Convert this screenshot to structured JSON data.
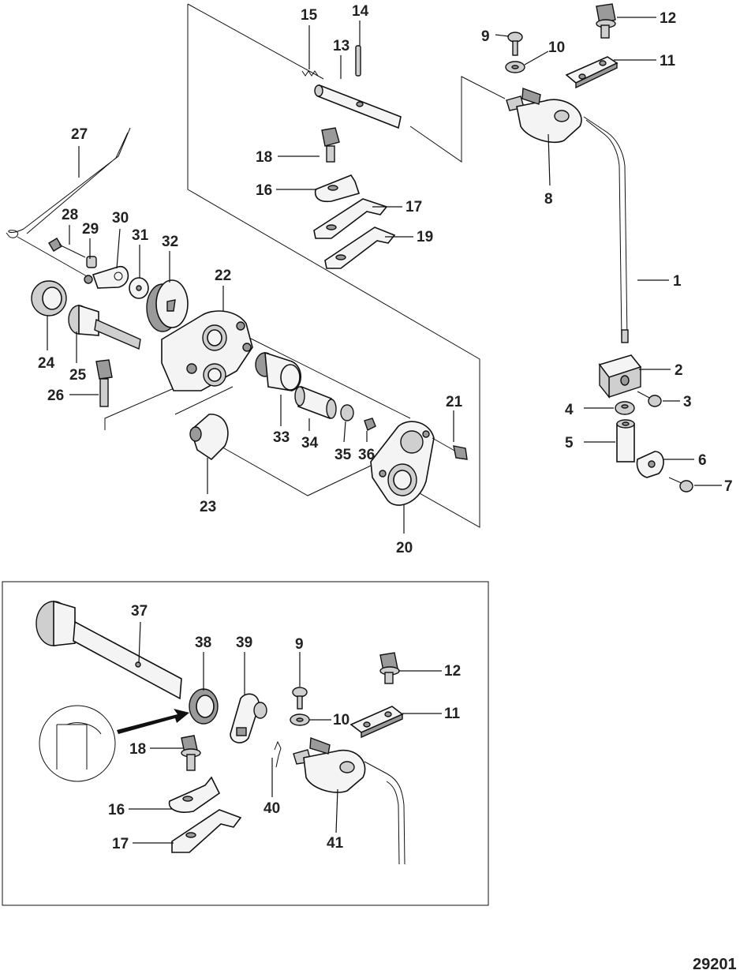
{
  "figure_id": "29201",
  "labels": [
    {
      "id": "1",
      "text": "1"
    },
    {
      "id": "2",
      "text": "2"
    },
    {
      "id": "3",
      "text": "3"
    },
    {
      "id": "4",
      "text": "4"
    },
    {
      "id": "5",
      "text": "5"
    },
    {
      "id": "6",
      "text": "6"
    },
    {
      "id": "7",
      "text": "7"
    },
    {
      "id": "8",
      "text": "8"
    },
    {
      "id": "9",
      "text": "9"
    },
    {
      "id": "10",
      "text": "10"
    },
    {
      "id": "11",
      "text": "11"
    },
    {
      "id": "12",
      "text": "12"
    },
    {
      "id": "13",
      "text": "13"
    },
    {
      "id": "14",
      "text": "14"
    },
    {
      "id": "15",
      "text": "15"
    },
    {
      "id": "16",
      "text": "16"
    },
    {
      "id": "17",
      "text": "17"
    },
    {
      "id": "18",
      "text": "18"
    },
    {
      "id": "19",
      "text": "19"
    },
    {
      "id": "20",
      "text": "20"
    },
    {
      "id": "21",
      "text": "21"
    },
    {
      "id": "22",
      "text": "22"
    },
    {
      "id": "23",
      "text": "23"
    },
    {
      "id": "24",
      "text": "24"
    },
    {
      "id": "25",
      "text": "25"
    },
    {
      "id": "26",
      "text": "26"
    },
    {
      "id": "27",
      "text": "27"
    },
    {
      "id": "28",
      "text": "28"
    },
    {
      "id": "29",
      "text": "29"
    },
    {
      "id": "30",
      "text": "30"
    },
    {
      "id": "31",
      "text": "31"
    },
    {
      "id": "32",
      "text": "32"
    },
    {
      "id": "33",
      "text": "33"
    },
    {
      "id": "34",
      "text": "34"
    },
    {
      "id": "35",
      "text": "35"
    },
    {
      "id": "36",
      "text": "36"
    },
    {
      "id": "9b",
      "text": "9"
    },
    {
      "id": "10b",
      "text": "10"
    },
    {
      "id": "11b",
      "text": "11"
    },
    {
      "id": "12b",
      "text": "12"
    },
    {
      "id": "16b",
      "text": "16"
    },
    {
      "id": "17b",
      "text": "17"
    },
    {
      "id": "18b",
      "text": "18"
    },
    {
      "id": "37",
      "text": "37"
    },
    {
      "id": "38",
      "text": "38"
    },
    {
      "id": "39",
      "text": "39"
    },
    {
      "id": "40",
      "text": "40"
    },
    {
      "id": "41",
      "text": "41"
    }
  ]
}
